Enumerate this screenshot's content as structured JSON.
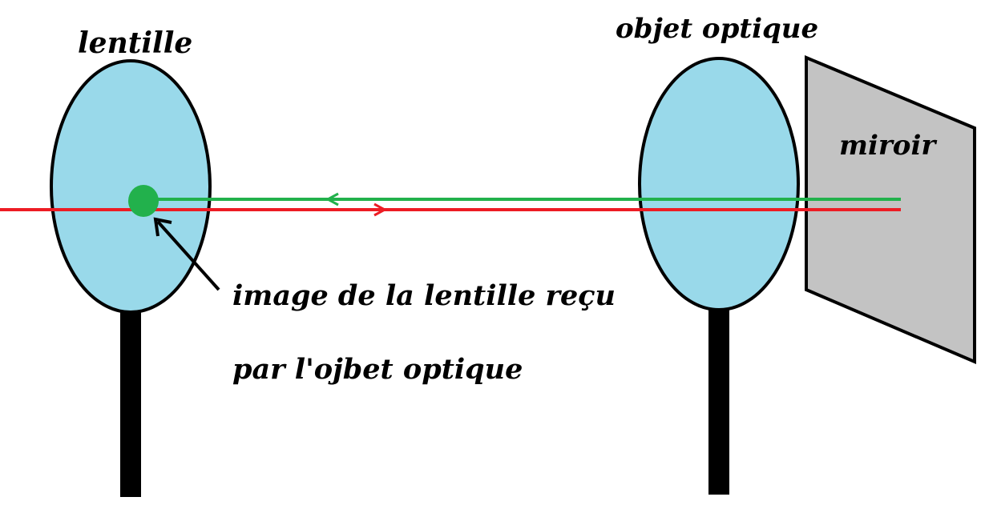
{
  "labels": {
    "lens": "lentille",
    "optical_object": "objet optique",
    "mirror": "miroir",
    "image_caption_line1": "image de la lentille reçu",
    "image_caption_line2": "par l'ojbet optique"
  },
  "colors": {
    "lens_fill": "#99d9ea",
    "outline": "#000000",
    "mirror_fill": "#c3c3c3",
    "incident_ray": "#ed1c24",
    "reflected_ray": "#22b14c",
    "image_dot": "#22b14c",
    "stand": "#000000",
    "background": "#ffffff"
  }
}
